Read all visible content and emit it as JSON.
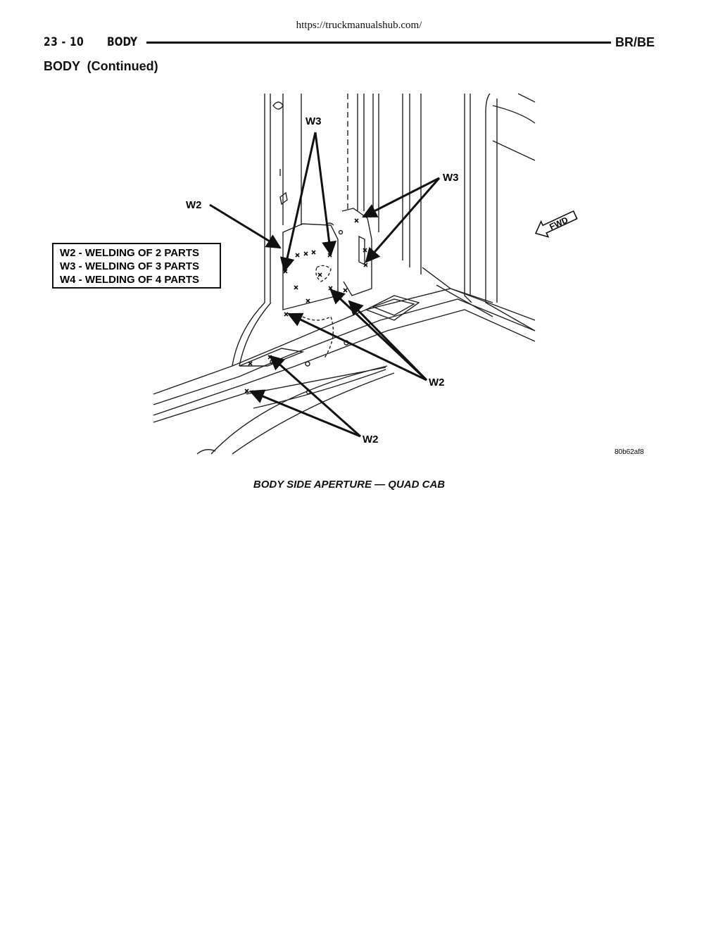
{
  "watermark_url": "https://truckmanualshub.com/",
  "header": {
    "page_number": "23 - 10",
    "section": "BODY",
    "model": "BR/BE"
  },
  "subheading": "BODY  (Continued)",
  "figure": {
    "legend": [
      "W2 - WELDING OF 2 PARTS",
      "W3 - WELDING OF 3 PARTS",
      "W4 - WELDING OF 4 PARTS"
    ],
    "callouts": {
      "w3_top": "W3",
      "w3_right": "W3",
      "w2_left": "W2",
      "w2_right": "W2",
      "w2_bottom": "W2"
    },
    "fwd_label": "FWD",
    "figure_id": "80b62af8"
  },
  "caption": "BODY SIDE APERTURE — QUAD CAB"
}
